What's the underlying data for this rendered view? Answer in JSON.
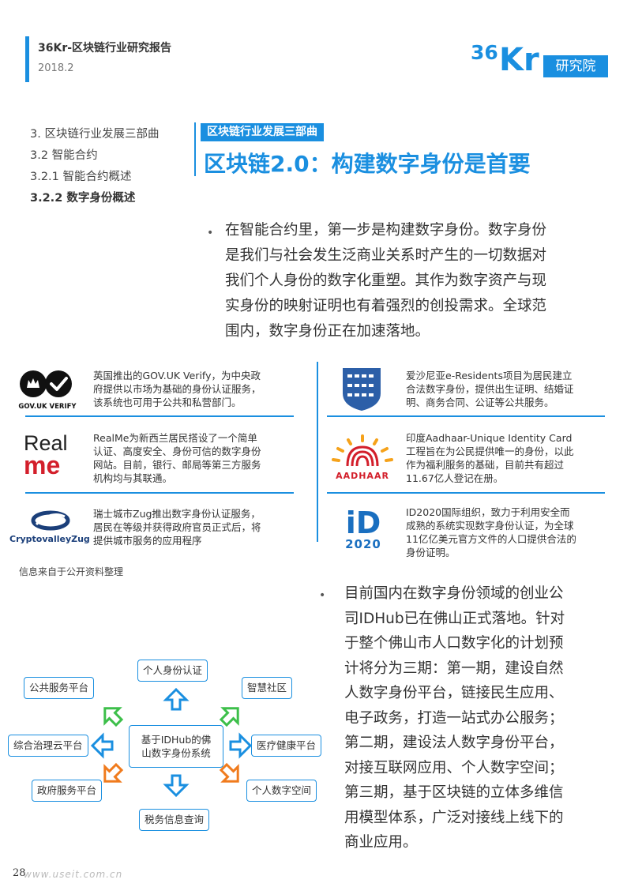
{
  "header": {
    "title": "36Kr-区块链行业研究报告",
    "date": "2018.2"
  },
  "logo": {
    "num": "36",
    "kr": "Kr",
    "label": "研究院"
  },
  "toc": [
    "3. 区块链行业发展三部曲",
    "3.2 智能合约",
    "3.2.1 智能合约概述",
    "3.2.2 数字身份概述"
  ],
  "section": {
    "tag": "区块链行业发展三部曲",
    "heading": "区块链2.0：构建数字身份是首要"
  },
  "bullet1": {
    "lines": [
      "在智能合约里，第一步是构建数字身份。数字身份",
      "是我们与社会发生泛商业关系时产生的一切数据对",
      "我们个人身份的数字化重塑。其作为数字资产与现",
      "实身份的映射证明也有着强烈的创投需求。全球范",
      "围内，数字身份正在加速落地。"
    ]
  },
  "items": {
    "govuk": {
      "logo_text": "GOV.UK VERIFY",
      "lines": [
        "英国推出的GOV.UK Verify，为中央政",
        "府提供以市场为基础的身份认证服务，",
        "该系统也可用于公共和私营部门。"
      ]
    },
    "realme": {
      "logo_top": "Real",
      "logo_bottom": "me",
      "lines": [
        "RealMe为新西兰居民搭设了一个简单",
        "认证、高度安全、身份可信的数字身份",
        "网站。目前，银行、邮局等第三方服务",
        "机构均与其联通。"
      ]
    },
    "crypto": {
      "logo_text": "CryptovalleyZug",
      "lines": [
        "瑞士城市Zug推出数字身份认证服务，",
        "居民在等级并获得政府官员正式后，将",
        "提供城市服务的应用程序"
      ]
    },
    "estonia": {
      "lines": [
        "爱沙尼亚e-Residents项目为居民建立",
        "合法数字身份，提供出生证明、结婚证",
        "明、商务合同、公证等公共服务。"
      ]
    },
    "aadhaar": {
      "logo_text": "AADHAAR",
      "lines": [
        "印度Aadhaar-Unique Identity Card",
        "工程旨在为公民提供唯一的身份，以此",
        "作为福利服务的基础，目前共有超过",
        "11.67亿人登记在册。"
      ]
    },
    "id2020": {
      "logo_top": "iD",
      "logo_bottom": "2020",
      "lines": [
        "ID2020国际组织，致力于利用安全而",
        "成熟的系统实现数字身份认证，为全球",
        "11亿亿美元官方文件的人口提供合法的",
        "身份证明。"
      ]
    }
  },
  "note": "信息来自于公开资料整理",
  "diagram": {
    "center_lines": [
      "基于IDHub的佛",
      "山数字身份系统"
    ],
    "nodes": {
      "top": "个人身份认证",
      "top_left": "公共服务平台",
      "top_right": "智慧社区",
      "left": "综合治理云平台",
      "right": "医疗健康平台",
      "bottom_left": "政府服务平台",
      "bottom_right": "个人数字空间",
      "bottom": "税务信息查询"
    },
    "colors": {
      "blue": "#1a8fe0",
      "green": "#3dbf4a",
      "orange": "#f07b1d"
    }
  },
  "bullet2": {
    "lines": [
      "目前国内在数字身份领域的创业公",
      "司IDHub已在佛山正式落地。针对",
      "于整个佛山市人口数字化的计划预",
      "计将分为三期：第一期，建设自然",
      "人数字身份平台，链接民生应用、",
      "电子政务，打造一站式办公服务；",
      "第二期，建设法人数字身份平台，",
      "对接互联网应用、个人数字空间；",
      "第三期，基于区块链的立体多维信",
      "用模型体系，广泛对接线上线下的",
      "商业应用。"
    ]
  },
  "footer": {
    "page": "28",
    "watermark": "www.useit.com.cn"
  }
}
